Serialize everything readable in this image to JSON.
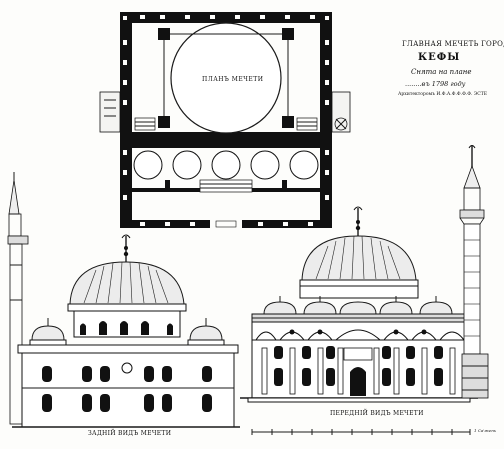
{
  "title_block": {
    "line1": "ГЛАВНАЯ МЕЧЕТЬ ГОРОДА",
    "line2": "КЕФЫ",
    "line3": "Снята на плане",
    "line4": "........въ 1798 году",
    "line5": "Архитекторомъ И.Ф.А.Ф.Ф.Ф.Ф. ЭСТЕ"
  },
  "plan": {
    "label": "ПЛАНЪ МЕЧЕТИ"
  },
  "rear_view": {
    "label": "ЗАДНІЙ ВИДЪ МЕЧЕТИ"
  },
  "front_view": {
    "label": "ПЕРЕДНІЙ ВИДЪ МЕЧЕТИ"
  },
  "scale": {
    "label": "1 Са'жень"
  }
}
